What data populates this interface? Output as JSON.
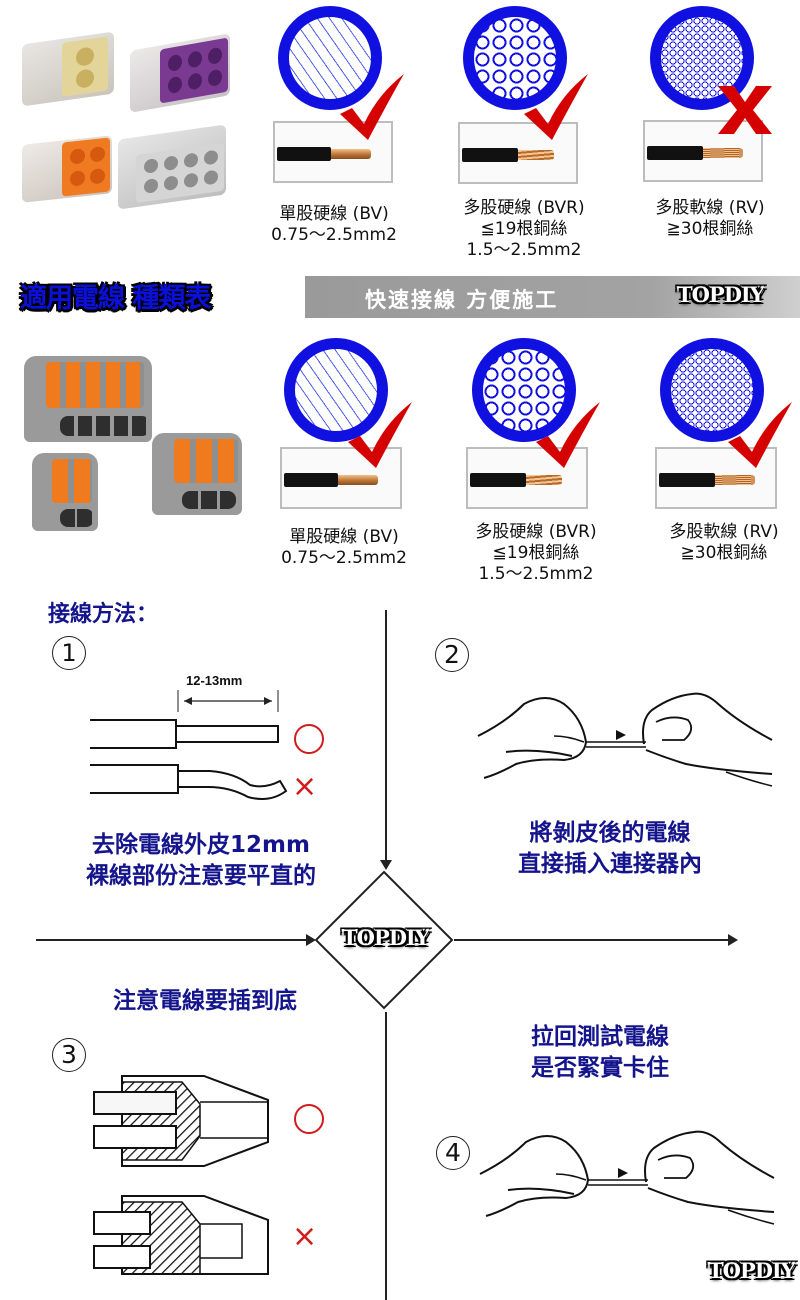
{
  "section_top": {
    "products": [
      "push-in-connector-yellow-2",
      "push-in-connector-purple-6",
      "push-in-connector-orange-4",
      "push-in-connector-grey-8"
    ],
    "wire_types": [
      {
        "name": "單股硬線 (BV)",
        "spec_1": "0.75～2.5mm2",
        "spec_2": "",
        "suitable": true,
        "mark": "✔"
      },
      {
        "name": "多股硬線 (BVR)",
        "spec_1": "≦19根銅絲",
        "spec_2": "1.5～2.5mm2",
        "suitable": true,
        "mark": "✔"
      },
      {
        "name": "多股軟線 (RV)",
        "spec_1": "≧30根銅絲",
        "spec_2": "",
        "suitable": false,
        "mark": "✘"
      }
    ]
  },
  "title_band": {
    "title": "適用電線 種類表",
    "slogan": "快速接線 方便施工",
    "logo": "TOPDIY"
  },
  "section_bottom": {
    "products": [
      "lever-connector-5",
      "lever-connector-2",
      "lever-connector-3"
    ],
    "wire_types": [
      {
        "name": "單股硬線 (BV)",
        "spec_1": "0.75～2.5mm2",
        "spec_2": "",
        "suitable": true,
        "mark": "✔"
      },
      {
        "name": "多股硬線 (BVR)",
        "spec_1": "≦19根銅絲",
        "spec_2": "1.5～2.5mm2",
        "suitable": true,
        "mark": "✔"
      },
      {
        "name": "多股軟線 (RV)",
        "spec_1": "≧30根銅絲",
        "spec_2": "",
        "suitable": true,
        "mark": "✔"
      }
    ]
  },
  "instructions": {
    "title": "接線方法：",
    "center_logo": "TOPDIY",
    "corner_logo": "TOPDIY",
    "steps": [
      {
        "number": "①",
        "dimension": "12-13mm",
        "text_1": "去除電線外皮12mm",
        "text_2": "裸線部份注意要平直的",
        "ok": "○",
        "ng": "×"
      },
      {
        "number": "②",
        "text_1": "將剝皮後的電線",
        "text_2": "直接插入連接器內"
      },
      {
        "number": "③",
        "text_1": "注意電線要插到底",
        "ok": "○",
        "ng": "×"
      },
      {
        "number": "④",
        "text_1": "拉回測試電線",
        "text_2": "是否緊實卡住"
      }
    ]
  },
  "colors": {
    "wire_blue": "#1010e0",
    "check_red": "#d50000",
    "text_navy": "#14148c",
    "band_grey": "#a0a0a0",
    "mark_red": "#d01c1c"
  }
}
